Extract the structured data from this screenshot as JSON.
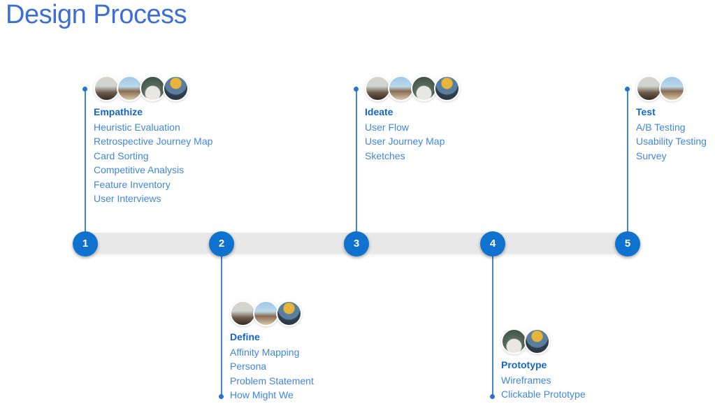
{
  "title": "Design Process",
  "colors": {
    "title_blue": "#3c6fd6",
    "stage_heading_blue": "#1465c8",
    "item_blue": "#3f86dd",
    "node_blue": "#0f72cf",
    "connector_blue": "#3e86d8",
    "bar_gray": "#e8e8e8"
  },
  "stages": [
    {
      "number": "1",
      "name": "Empathize",
      "side": "above",
      "items": [
        "Heuristic Evaluation",
        "Retrospective Journey Map",
        "Card Sorting",
        "Competitive Analysis",
        "Feature Inventory",
        "User Interviews"
      ],
      "avatars": [
        "woman-long-dark-hair",
        "woman-on-beach",
        "person-white-shirt",
        "woman-yellow-beanie"
      ]
    },
    {
      "number": "2",
      "name": "Define",
      "side": "below",
      "items": [
        "Affinity Mapping",
        "Persona",
        "Problem Statement",
        "How Might We"
      ],
      "avatars": [
        "woman-long-dark-hair",
        "woman-on-beach",
        "woman-yellow-beanie"
      ]
    },
    {
      "number": "3",
      "name": "Ideate",
      "side": "above",
      "items": [
        "User Flow",
        "User Journey Map",
        "Sketches"
      ],
      "avatars": [
        "woman-long-dark-hair",
        "woman-on-beach",
        "person-white-shirt",
        "woman-yellow-beanie"
      ]
    },
    {
      "number": "4",
      "name": "Prototype",
      "side": "below",
      "items": [
        "Wireframes",
        "Clickable Prototype"
      ],
      "avatars": [
        "person-white-shirt",
        "woman-yellow-beanie"
      ]
    },
    {
      "number": "5",
      "name": "Test",
      "side": "above",
      "items": [
        "A/B Testing",
        "Usability Testing",
        "Survey"
      ],
      "avatars": [
        "woman-long-dark-hair",
        "woman-on-beach"
      ]
    }
  ]
}
